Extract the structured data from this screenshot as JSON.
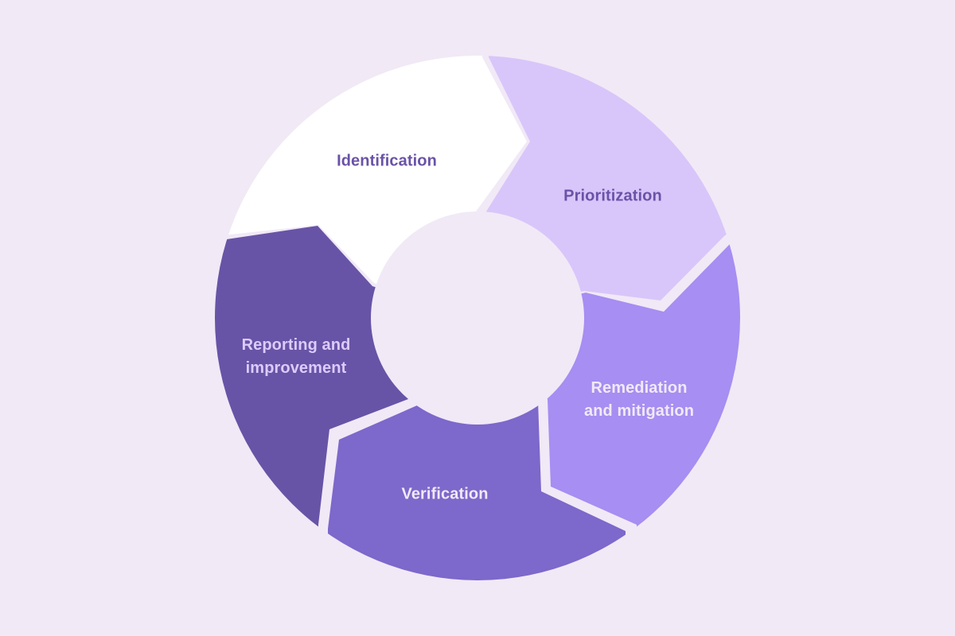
{
  "diagram": {
    "type": "cycle",
    "background": "#f1e9f6",
    "center_hole_color": "#f1e9f6",
    "segments": [
      {
        "label": "Identification",
        "fill": "#ffffff",
        "text_color": "#6a52a8"
      },
      {
        "label": "Prioritization",
        "fill": "#d8c6fa",
        "text_color": "#6a52a8"
      },
      {
        "label": "Remediation\nand mitigation",
        "line1": "Remediation",
        "line2": "and mitigation",
        "fill": "#a68ef2",
        "text_color": "#f1e9f6"
      },
      {
        "label": "Verification",
        "fill": "#7d68cb",
        "text_color": "#f1e9f6"
      },
      {
        "label": "Reporting and\nimprovement",
        "line1": "Reporting and",
        "line2": "improvement",
        "fill": "#6754a6",
        "text_color": "#dccbfb"
      }
    ]
  }
}
